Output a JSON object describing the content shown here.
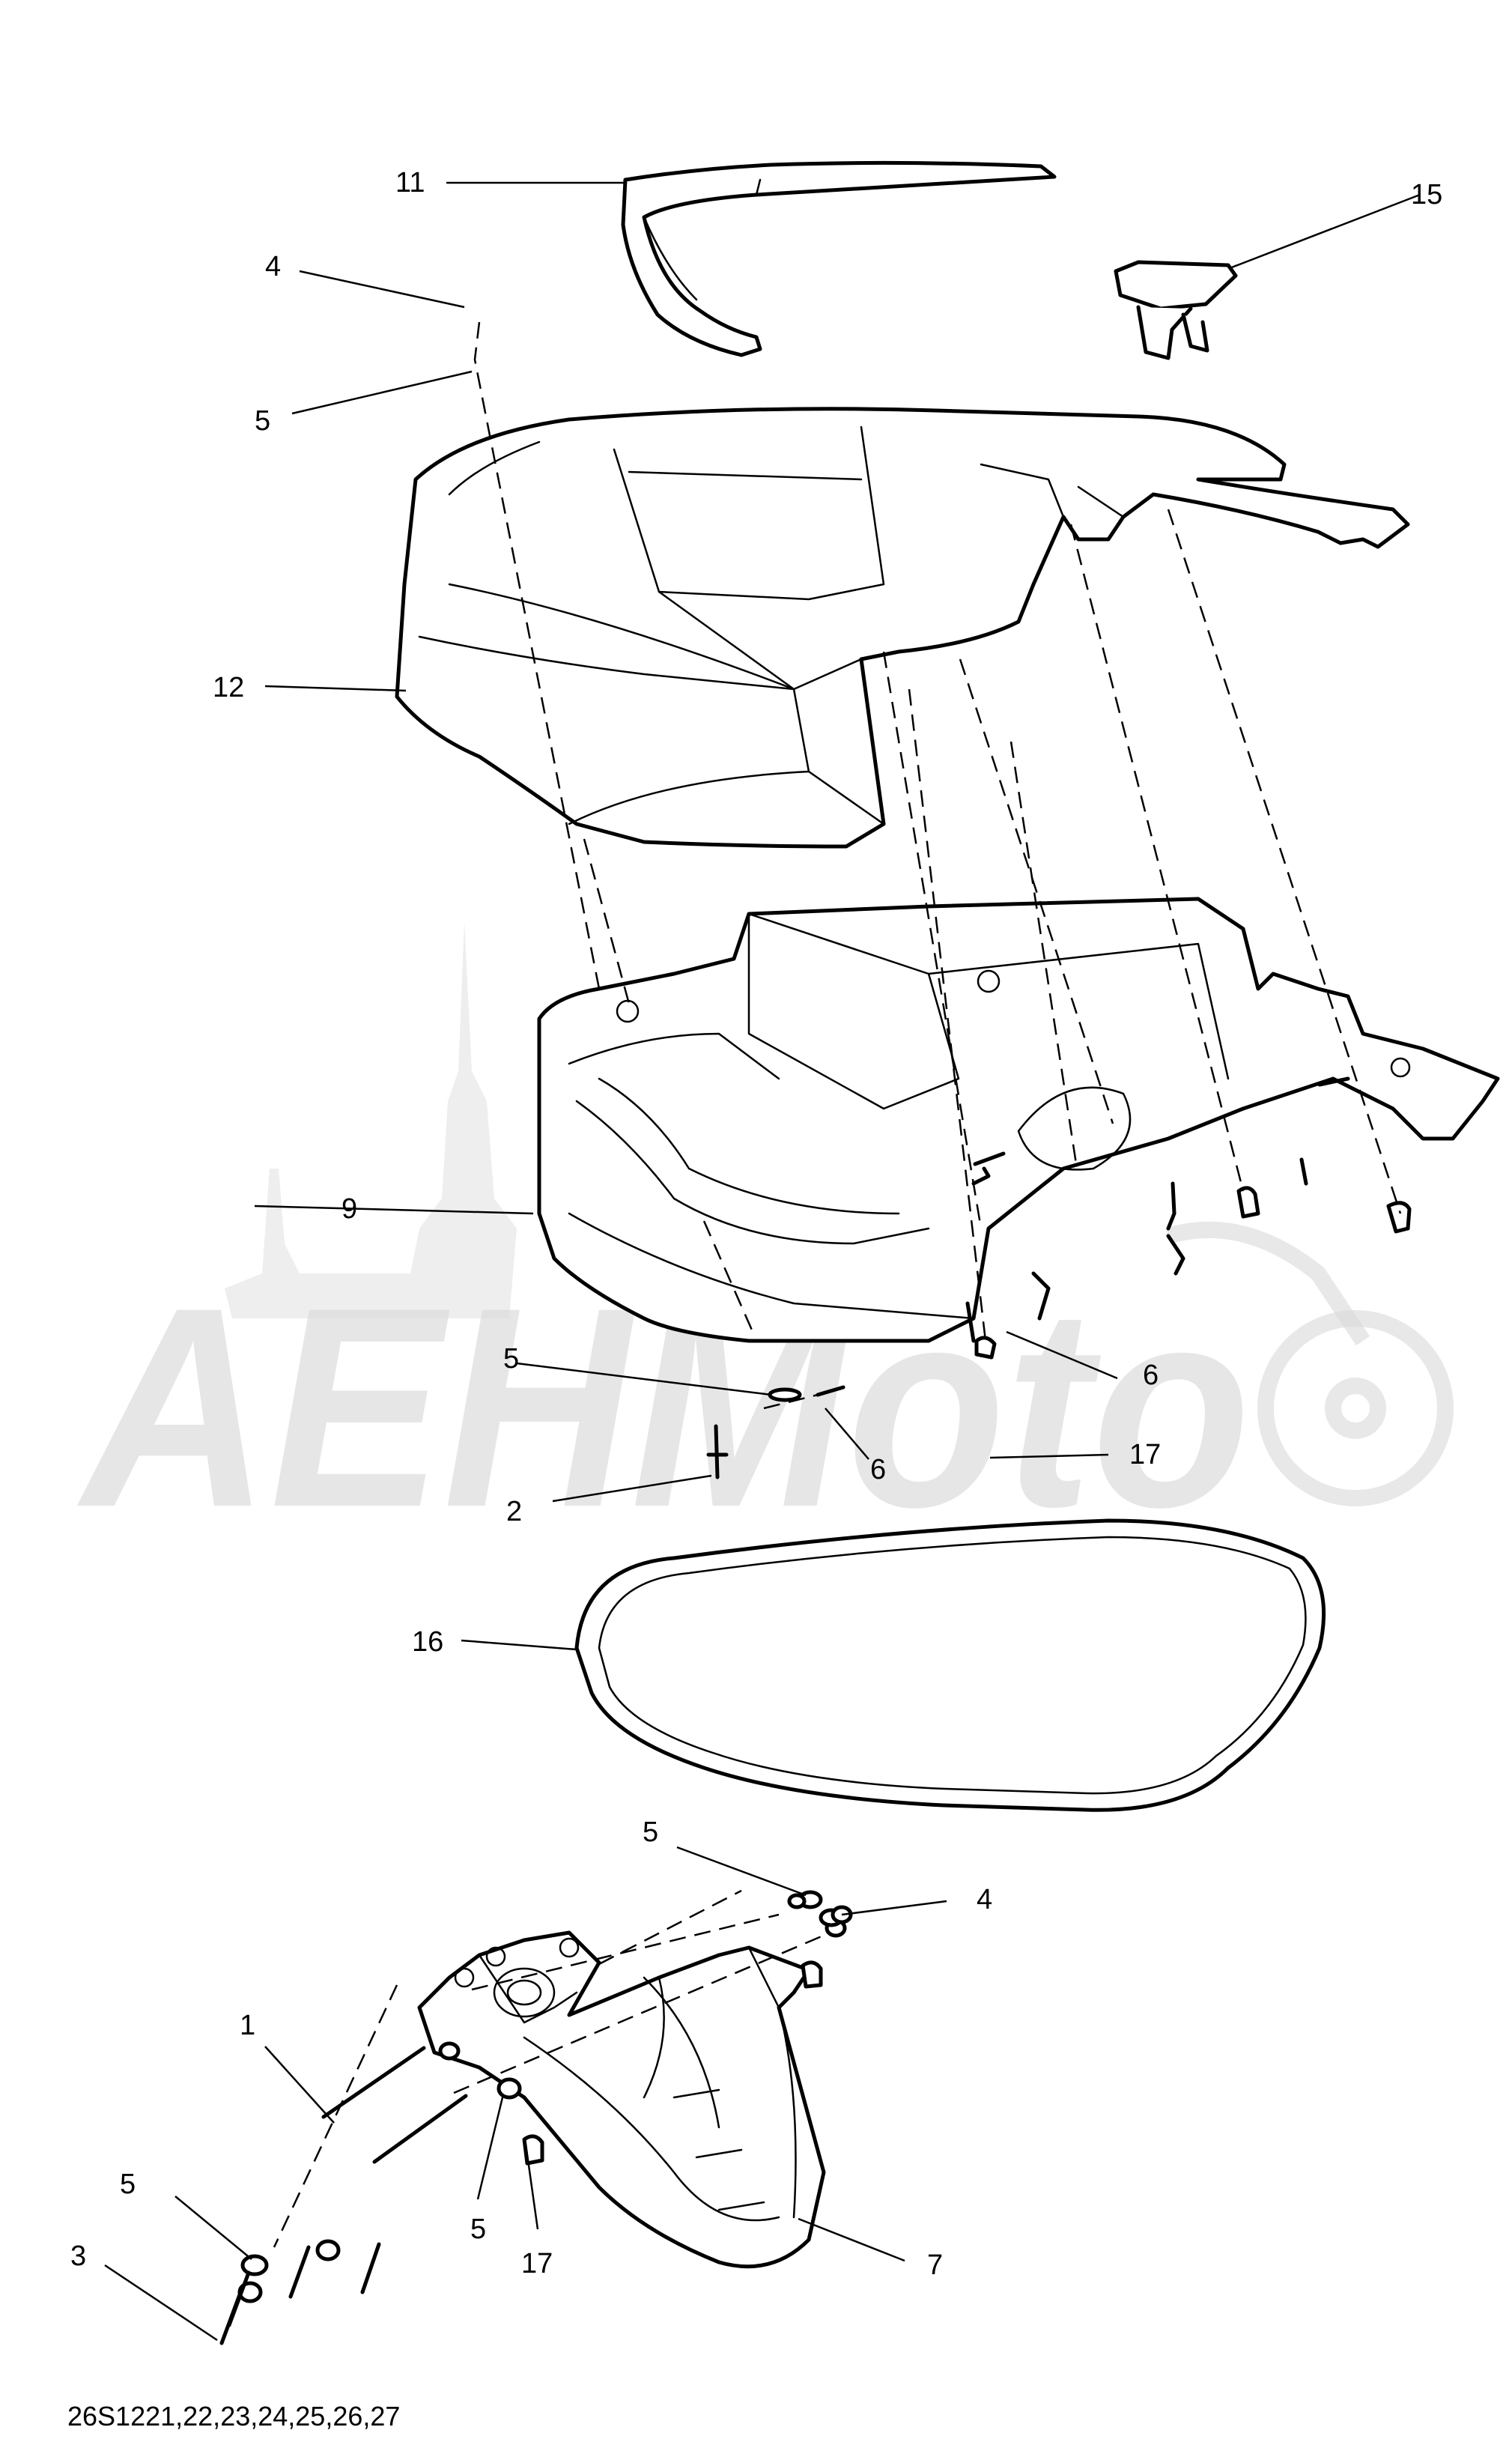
{
  "watermark": {
    "text": "АЕНМоto",
    "color": "#dcdcdc"
  },
  "reference_code": "26S1221,22,23,24,25,26,27",
  "callouts": {
    "c11": "11",
    "c15": "15",
    "c4_top": "4",
    "c5_top": "5",
    "c12": "12",
    "c9": "9",
    "c5_mid": "5",
    "c6_right": "6",
    "c6_mid": "6",
    "c17_mid": "17",
    "c2": "2",
    "c16": "16",
    "c5_low": "5",
    "c4_low": "4",
    "c1": "1",
    "c5_left": "5",
    "c3": "3",
    "c5_bottom": "5",
    "c17_bottom": "17",
    "c7": "7"
  }
}
